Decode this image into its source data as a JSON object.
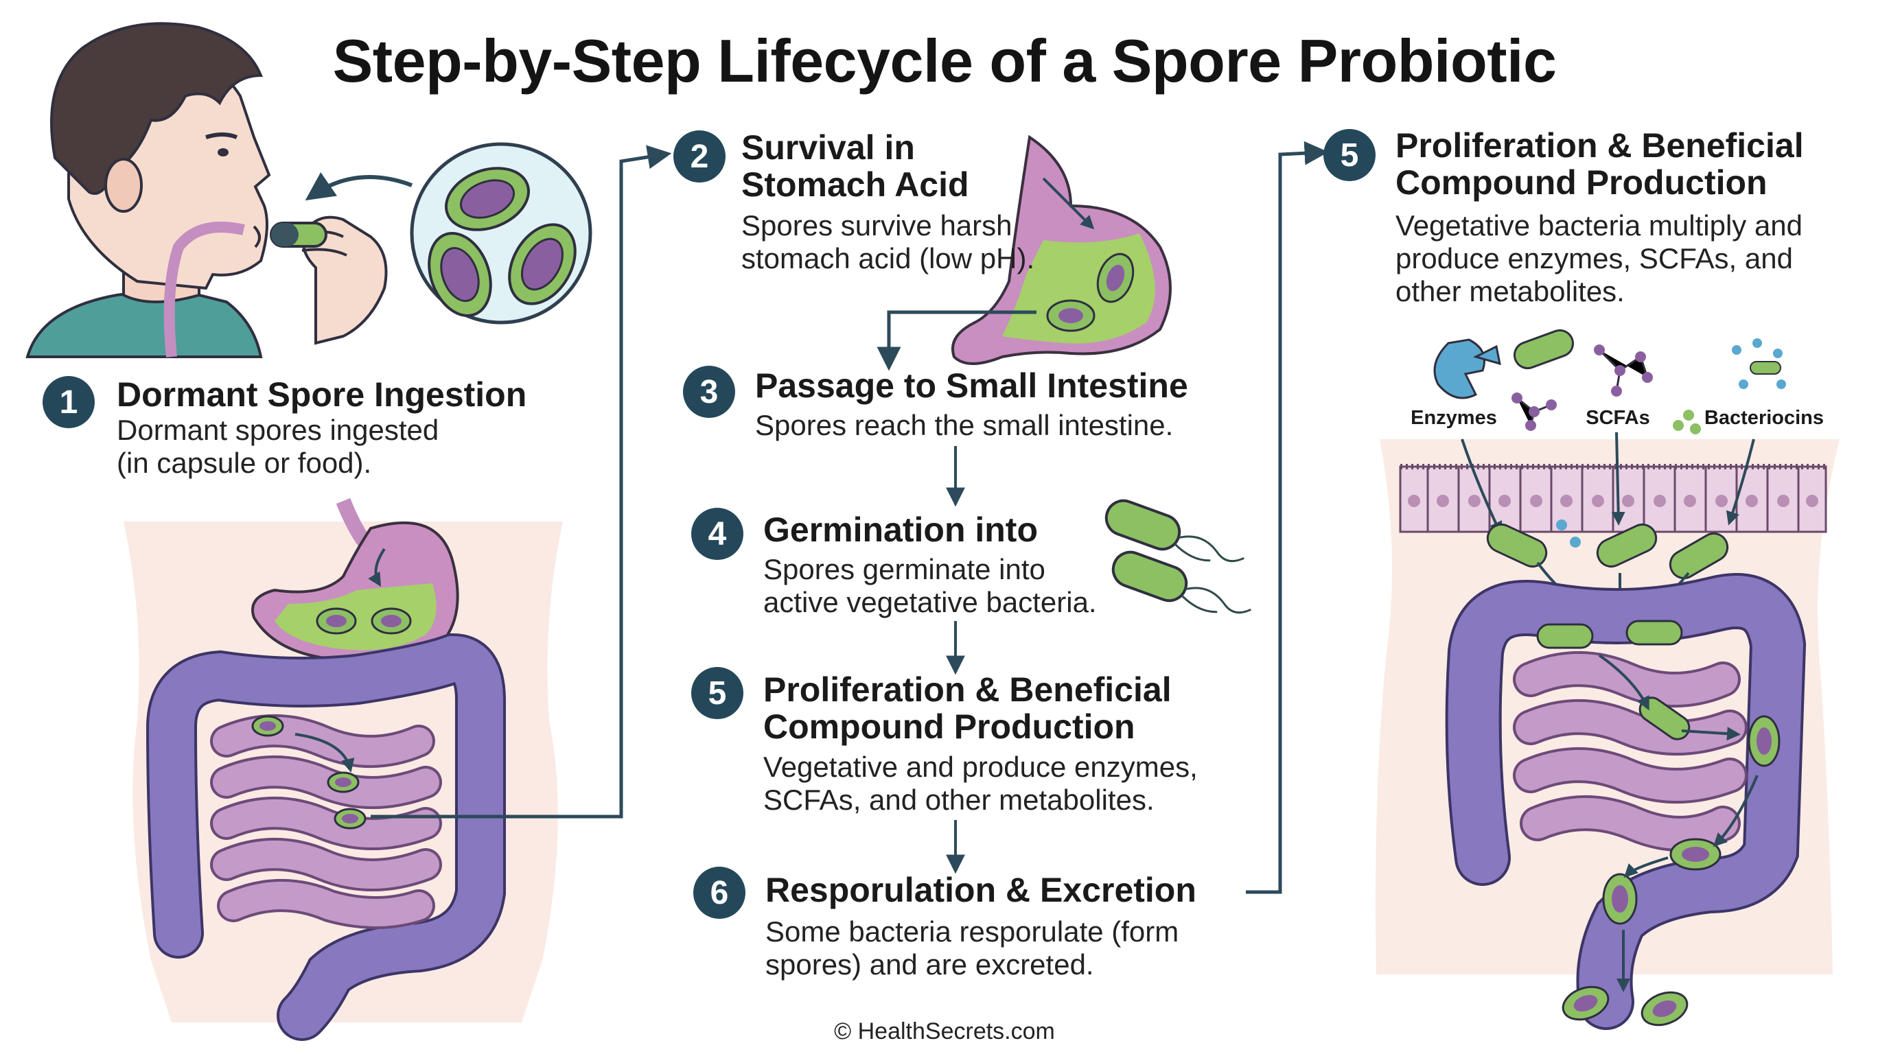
{
  "title": "Step-by-Step Lifecycle of a Spore Probiotic",
  "steps": [
    {
      "number": "1",
      "title": [
        "Dormant Spore Ingestion"
      ],
      "desc": [
        "Dormant spores ingested",
        "(in capsule or food)."
      ]
    },
    {
      "number": "2",
      "title": [
        "Survival in",
        "Stomach Acid"
      ],
      "desc": [
        "Spores survive harsh",
        "stomach acid (low pH)."
      ]
    },
    {
      "number": "3",
      "title": [
        "Passage to Small Intestine"
      ],
      "desc": [
        "Spores reach the small intestine."
      ]
    },
    {
      "number": "4",
      "title": [
        "Germination into"
      ],
      "desc": [
        "Spores germinate into",
        "active vegetative bacteria."
      ]
    },
    {
      "number": "5",
      "title": [
        "Proliferation & Beneficial",
        "Compound Production"
      ],
      "desc": [
        "Vegetative and produce enzymes,",
        "SCFAs, and other metabolites."
      ]
    },
    {
      "number": "6",
      "title": [
        "Resporulation & Excretion"
      ],
      "desc": [
        "Some bacteria resporulate (form",
        "spores) and are excreted."
      ]
    },
    {
      "number": "5",
      "title": [
        "Proliferation & Beneficial",
        "Compound Production"
      ],
      "desc": [
        "Vegetative bacteria multiply and",
        "produce enzymes, SCFAs, and",
        "other metabolites."
      ]
    }
  ],
  "compound_labels": {
    "enzymes": "Enzymes",
    "scfas": "SCFAs",
    "bacteriocins": "Bacteriocins"
  },
  "footer": "© HealthSecrets.com",
  "colors": {
    "badge": "#24485a",
    "arrow": "#2c4a5a",
    "spore_green": "#8cc063",
    "spore_core": "#8a5fa0",
    "colon_purple": "#8878c0",
    "intestine_pink": "#c49ac8",
    "skin": "#f6dccf",
    "stomach_wall": "#c98fc0"
  },
  "icons": [
    "head-profile-icon",
    "capsule-icon",
    "spore-magnifier-icon",
    "stomach-icon",
    "bacteria-icon",
    "enzyme-icon",
    "molecule-icon",
    "intestine-icon"
  ]
}
